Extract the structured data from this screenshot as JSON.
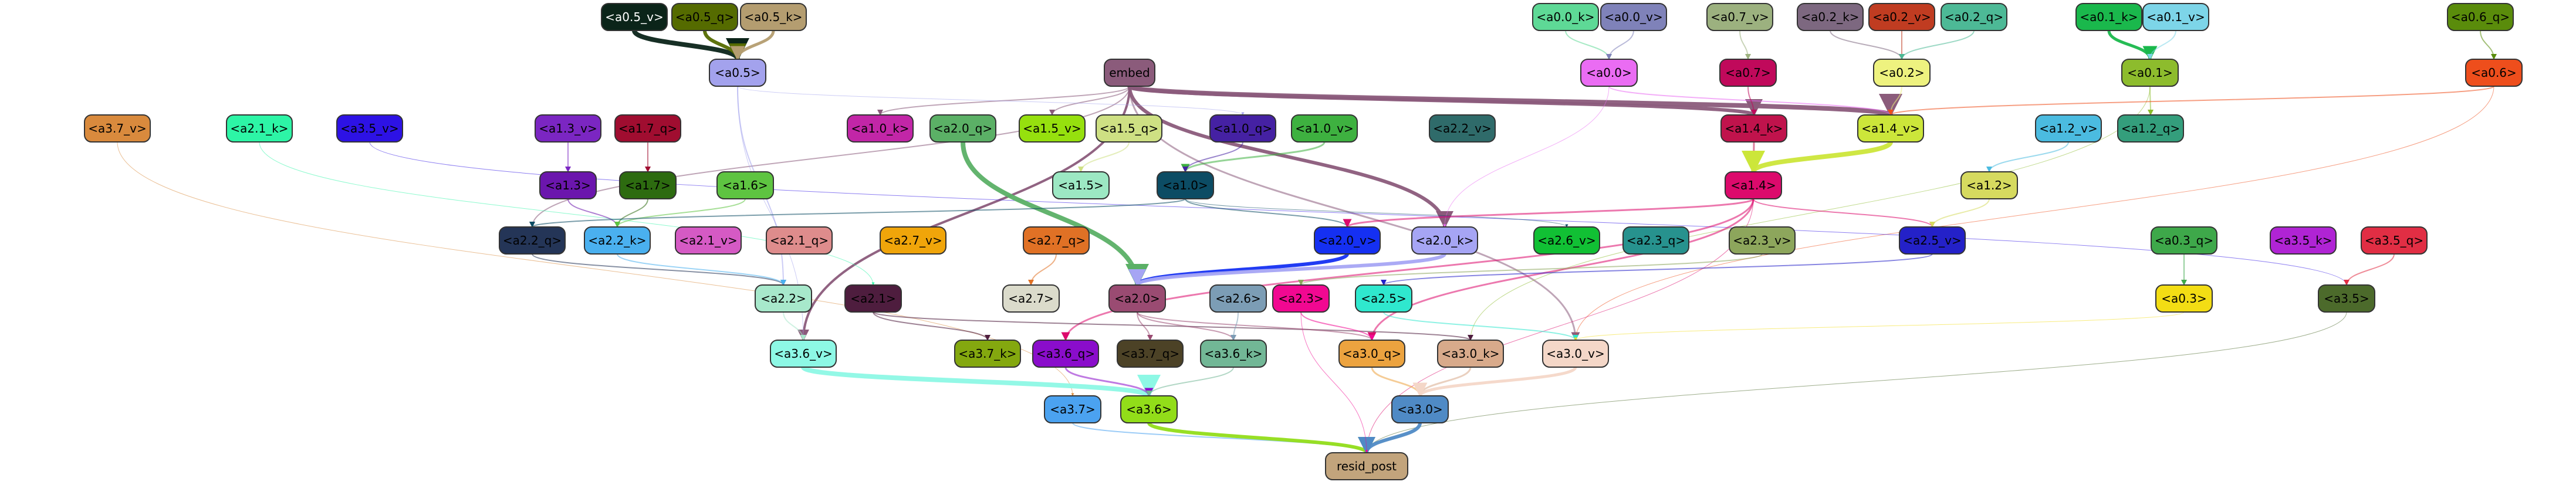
{
  "graph": {
    "nodes": [
      {
        "id": "n_a0_5_v",
        "label": "<a0.5_v>",
        "fill": "#0b2419",
        "text": "#ffffff"
      },
      {
        "id": "n_a0_5_q",
        "label": "<a0.5_q>",
        "fill": "#556b00",
        "text": "#000000"
      },
      {
        "id": "n_a0_5_k",
        "label": "<a0.5_k>",
        "fill": "#b49d70",
        "text": "#000000"
      },
      {
        "id": "n_a0_0_k",
        "label": "<a0.0_k>",
        "fill": "#5ed996",
        "text": "#000000"
      },
      {
        "id": "n_a0_0_v",
        "label": "<a0.0_v>",
        "fill": "#7f82b9",
        "text": "#000000"
      },
      {
        "id": "n_a0_7_v",
        "label": "<a0.7_v>",
        "fill": "#9cb17f",
        "text": "#000000"
      },
      {
        "id": "n_a0_2_k",
        "label": "<a0.2_k>",
        "fill": "#7d6880",
        "text": "#000000"
      },
      {
        "id": "n_a0_2_v",
        "label": "<a0.2_v>",
        "fill": "#c03c21",
        "text": "#000000"
      },
      {
        "id": "n_a0_2_q",
        "label": "<a0.2_q>",
        "fill": "#4db996",
        "text": "#000000"
      },
      {
        "id": "n_a0_1_k",
        "label": "<a0.1_k>",
        "fill": "#1ab84c",
        "text": "#000000"
      },
      {
        "id": "n_a0_1_v",
        "label": "<a0.1_v>",
        "fill": "#7dd5e8",
        "text": "#000000"
      },
      {
        "id": "n_a0_6_q",
        "label": "<a0.6_q>",
        "fill": "#5a8c0b",
        "text": "#000000"
      },
      {
        "id": "n_a0_5",
        "label": "<a0.5>",
        "fill": "#a3a2ed",
        "text": "#000000"
      },
      {
        "id": "n_embed",
        "label": "embed",
        "fill": "#8b5b7b",
        "text": "#000000"
      },
      {
        "id": "n_a0_0",
        "label": "<a0.0>",
        "fill": "#ea6cf3",
        "text": "#000000"
      },
      {
        "id": "n_a0_7",
        "label": "<a0.7>",
        "fill": "#c0095b",
        "text": "#000000"
      },
      {
        "id": "n_a0_2",
        "label": "<a0.2>",
        "fill": "#eef27f",
        "text": "#000000"
      },
      {
        "id": "n_a0_1",
        "label": "<a0.1>",
        "fill": "#8dbc2d",
        "text": "#000000"
      },
      {
        "id": "n_a0_6",
        "label": "<a0.6>",
        "fill": "#ee4e1c",
        "text": "#000000"
      },
      {
        "id": "n_a3_7_v",
        "label": "<a3.7_v>",
        "fill": "#d98a3d",
        "text": "#000000"
      },
      {
        "id": "n_a2_1_k",
        "label": "<a2.1_k>",
        "fill": "#2df5a6",
        "text": "#000000"
      },
      {
        "id": "n_a3_5_v",
        "label": "<a3.5_v>",
        "fill": "#2d12e5",
        "text": "#000000"
      },
      {
        "id": "n_a1_3_v",
        "label": "<a1.3_v>",
        "fill": "#7b26c2",
        "text": "#000000"
      },
      {
        "id": "n_a1_7_q",
        "label": "<a1.7_q>",
        "fill": "#a00d30",
        "text": "#000000"
      },
      {
        "id": "n_a1_0_k",
        "label": "<a1.0_k>",
        "fill": "#c226a7",
        "text": "#000000"
      },
      {
        "id": "n_a2_0_q",
        "label": "<a2.0_q>",
        "fill": "#5bb066",
        "text": "#000000"
      },
      {
        "id": "n_a1_5_v",
        "label": "<a1.5_v>",
        "fill": "#96e00e",
        "text": "#000000"
      },
      {
        "id": "n_a1_5_q",
        "label": "<a1.5_q>",
        "fill": "#cee083",
        "text": "#000000"
      },
      {
        "id": "n_a1_0_q",
        "label": "<a1.0_q>",
        "fill": "#4521a3",
        "text": "#000000"
      },
      {
        "id": "n_a1_0_v",
        "label": "<a1.0_v>",
        "fill": "#3eb140",
        "text": "#000000"
      },
      {
        "id": "n_a2_2_v",
        "label": "<a2.2_v>",
        "fill": "#2f6b6a",
        "text": "#000000"
      },
      {
        "id": "n_a1_4_k",
        "label": "<a1.4_k>",
        "fill": "#c0134c",
        "text": "#000000"
      },
      {
        "id": "n_a1_4_v",
        "label": "<a1.4_v>",
        "fill": "#cce63a",
        "text": "#000000"
      },
      {
        "id": "n_a1_2_v",
        "label": "<a1.2_v>",
        "fill": "#4bbbe0",
        "text": "#000000"
      },
      {
        "id": "n_a1_2_q",
        "label": "<a1.2_q>",
        "fill": "#349e7c",
        "text": "#000000"
      },
      {
        "id": "n_a1_3",
        "label": "<a1.3>",
        "fill": "#6b16ad",
        "text": "#000000"
      },
      {
        "id": "n_a1_7",
        "label": "<a1.7>",
        "fill": "#2d6b10",
        "text": "#000000"
      },
      {
        "id": "n_a1_6",
        "label": "<a1.6>",
        "fill": "#5ec441",
        "text": "#000000"
      },
      {
        "id": "n_a1_5",
        "label": "<a1.5>",
        "fill": "#9ce8c3",
        "text": "#000000"
      },
      {
        "id": "n_a1_0",
        "label": "<a1.0>",
        "fill": "#0c4c64",
        "text": "#000000"
      },
      {
        "id": "n_a1_4",
        "label": "<a1.4>",
        "fill": "#dc0a6c",
        "text": "#000000"
      },
      {
        "id": "n_a1_2",
        "label": "<a1.2>",
        "fill": "#d6da5f",
        "text": "#000000"
      },
      {
        "id": "n_a2_2_q",
        "label": "<a2.2_q>",
        "fill": "#243557",
        "text": "#000000"
      },
      {
        "id": "n_a2_2_k",
        "label": "<a2.2_k>",
        "fill": "#4ab0ef",
        "text": "#000000"
      },
      {
        "id": "n_a2_1_v",
        "label": "<a2.1_v>",
        "fill": "#d55ac4",
        "text": "#000000"
      },
      {
        "id": "n_a2_1_q",
        "label": "<a2.1_q>",
        "fill": "#de8c8c",
        "text": "#000000"
      },
      {
        "id": "n_a2_7_v",
        "label": "<a2.7_v>",
        "fill": "#f0a50a",
        "text": "#000000"
      },
      {
        "id": "n_a2_7_q",
        "label": "<a2.7_q>",
        "fill": "#e07125",
        "text": "#000000"
      },
      {
        "id": "n_a2_0_v",
        "label": "<a2.0_v>",
        "fill": "#1530f2",
        "text": "#000000"
      },
      {
        "id": "n_a2_0_k",
        "label": "<a2.0_k>",
        "fill": "#a6a5f4",
        "text": "#000000"
      },
      {
        "id": "n_a2_6_v",
        "label": "<a2.6_v>",
        "fill": "#11c034",
        "text": "#000000"
      },
      {
        "id": "n_a2_3_q",
        "label": "<a2.3_q>",
        "fill": "#27928e",
        "text": "#000000"
      },
      {
        "id": "n_a2_3_v",
        "label": "<a2.3_v>",
        "fill": "#8da65c",
        "text": "#000000"
      },
      {
        "id": "n_a2_5_v",
        "label": "<a2.5_v>",
        "fill": "#2421c8",
        "text": "#000000"
      },
      {
        "id": "n_a0_3_q",
        "label": "<a0.3_q>",
        "fill": "#3ea84a",
        "text": "#000000"
      },
      {
        "id": "n_a3_5_k",
        "label": "<a3.5_k>",
        "fill": "#b024d4",
        "text": "#000000"
      },
      {
        "id": "n_a3_5_q",
        "label": "<a3.5_q>",
        "fill": "#e12e44",
        "text": "#000000"
      },
      {
        "id": "n_a2_2",
        "label": "<a2.2>",
        "fill": "#a7e8cb",
        "text": "#000000"
      },
      {
        "id": "n_a2_1",
        "label": "<a2.1>",
        "fill": "#4e1d3e",
        "text": "#000000"
      },
      {
        "id": "n_a2_7",
        "label": "<a2.7>",
        "fill": "#dbdbcb",
        "text": "#000000"
      },
      {
        "id": "n_a2_0",
        "label": "<a2.0>",
        "fill": "#9a4b72",
        "text": "#000000"
      },
      {
        "id": "n_a2_6",
        "label": "<a2.6>",
        "fill": "#7c9db5",
        "text": "#000000"
      },
      {
        "id": "n_a2_3",
        "label": "<a2.3>",
        "fill": "#f10891",
        "text": "#000000"
      },
      {
        "id": "n_a2_5",
        "label": "<a2.5>",
        "fill": "#2fe8ce",
        "text": "#000000"
      },
      {
        "id": "n_a0_3",
        "label": "<a0.3>",
        "fill": "#f3dd14",
        "text": "#000000"
      },
      {
        "id": "n_a3_5",
        "label": "<a3.5>",
        "fill": "#4c6a2b",
        "text": "#000000"
      },
      {
        "id": "n_a3_6_v",
        "label": "<a3.6_v>",
        "fill": "#8df8e5",
        "text": "#000000"
      },
      {
        "id": "n_a3_7_k",
        "label": "<a3.7_k>",
        "fill": "#84a80f",
        "text": "#000000"
      },
      {
        "id": "n_a3_6_q",
        "label": "<a3.6_q>",
        "fill": "#8a0dcb",
        "text": "#000000"
      },
      {
        "id": "n_a3_7_q",
        "label": "<a3.7_q>",
        "fill": "#4c4226",
        "text": "#000000"
      },
      {
        "id": "n_a3_6_k",
        "label": "<a3.6_k>",
        "fill": "#72b796",
        "text": "#000000"
      },
      {
        "id": "n_a3_0_q",
        "label": "<a3.0_q>",
        "fill": "#eca33f",
        "text": "#000000"
      },
      {
        "id": "n_a3_0_k",
        "label": "<a3.0_k>",
        "fill": "#d8aa8b",
        "text": "#000000"
      },
      {
        "id": "n_a3_0_v",
        "label": "<a3.0_v>",
        "fill": "#f4d7c8",
        "text": "#000000"
      },
      {
        "id": "n_a3_7",
        "label": "<a3.7>",
        "fill": "#4ba2f0",
        "text": "#000000"
      },
      {
        "id": "n_a3_6",
        "label": "<a3.6>",
        "fill": "#92dd19",
        "text": "#000000"
      },
      {
        "id": "n_a3_0",
        "label": "<a3.0>",
        "fill": "#4f8ac5",
        "text": "#000000"
      },
      {
        "id": "n_resid_post",
        "label": "resid_post",
        "fill": "#c2a47c",
        "text": "#000000"
      }
    ],
    "edges": [
      {
        "from": "n_a0_5_v",
        "to": "n_a0_5",
        "color": "#0b2419",
        "weight": 8
      },
      {
        "from": "n_a0_5_q",
        "to": "n_a0_5",
        "color": "#556b00",
        "weight": 6
      },
      {
        "from": "n_a0_5_k",
        "to": "n_a0_5",
        "color": "#b49d70",
        "weight": 5
      },
      {
        "from": "n_a0_0_k",
        "to": "n_a0_0",
        "color": "#5ed996",
        "weight": 2
      },
      {
        "from": "n_a0_0_v",
        "to": "n_a0_0",
        "color": "#7f82b9",
        "weight": 2
      },
      {
        "from": "n_a0_7_v",
        "to": "n_a0_7",
        "color": "#9cb17f",
        "weight": 2
      },
      {
        "from": "n_a0_2_k",
        "to": "n_a0_2",
        "color": "#7d6880",
        "weight": 2
      },
      {
        "from": "n_a0_2_v",
        "to": "n_a0_2",
        "color": "#c03c21",
        "weight": 2
      },
      {
        "from": "n_a0_2_q",
        "to": "n_a0_2",
        "color": "#4db996",
        "weight": 2
      },
      {
        "from": "n_a0_1_k",
        "to": "n_a0_1",
        "color": "#1ab84c",
        "weight": 5
      },
      {
        "from": "n_a0_1_v",
        "to": "n_a0_1",
        "color": "#7dd5e8",
        "weight": 2
      },
      {
        "from": "n_a0_6_q",
        "to": "n_a0_6",
        "color": "#5a8c0b",
        "weight": 2
      },
      {
        "from": "n_embed",
        "to": "n_a1_4_v",
        "color": "#8b5b7b",
        "weight": 8
      },
      {
        "from": "n_embed",
        "to": "n_a1_4_k",
        "color": "#8b5b7b",
        "weight": 6
      },
      {
        "from": "n_embed",
        "to": "n_a2_0_k",
        "color": "#8b5b7b",
        "weight": 6
      },
      {
        "from": "n_embed",
        "to": "n_a3_6_v",
        "color": "#8b5b7b",
        "weight": 4
      },
      {
        "from": "n_embed",
        "to": "n_a3_0_v",
        "color": "#8b5b7b",
        "weight": 3
      },
      {
        "from": "n_embed",
        "to": "n_a2_2_q",
        "color": "#8b5b7b",
        "weight": 2
      },
      {
        "from": "n_embed",
        "to": "n_a1_0_k",
        "color": "#8b5b7b",
        "weight": 2
      },
      {
        "from": "n_embed",
        "to": "n_a1_5_v",
        "color": "#8b5b7b",
        "weight": 2
      },
      {
        "from": "n_a0_5",
        "to": "n_a2_2",
        "color": "#a3a2ed",
        "weight": 2
      },
      {
        "from": "n_a0_5",
        "to": "n_a1_0_q",
        "color": "#a3a2ed",
        "weight": 1
      },
      {
        "from": "n_a0_5",
        "to": "n_a3_6_v",
        "color": "#a3a2ed",
        "weight": 1
      },
      {
        "from": "n_a0_0",
        "to": "n_a1_4_v",
        "color": "#ea6cf3",
        "weight": 2
      },
      {
        "from": "n_a0_0",
        "to": "n_a2_0_k",
        "color": "#ea6cf3",
        "weight": 1
      },
      {
        "from": "n_a0_7",
        "to": "n_a1_4_k",
        "color": "#c0095b",
        "weight": 2
      },
      {
        "from": "n_a0_2",
        "to": "n_a1_4_v",
        "color": "#eef27f",
        "weight": 2
      },
      {
        "from": "n_a0_1",
        "to": "n_a1_2_q",
        "color": "#8dbc2d",
        "weight": 2
      },
      {
        "from": "n_a0_1",
        "to": "n_a3_0_k",
        "color": "#8dbc2d",
        "weight": 1
      },
      {
        "from": "n_a0_6",
        "to": "n_a1_4_v",
        "color": "#ee4e1c",
        "weight": 2
      },
      {
        "from": "n_a0_6",
        "to": "n_a3_0_v",
        "color": "#ee4e1c",
        "weight": 1
      },
      {
        "from": "n_a3_7_v",
        "to": "n_a3_7",
        "color": "#d98a3d",
        "weight": 1
      },
      {
        "from": "n_a2_1_k",
        "to": "n_a2_1",
        "color": "#2df5a6",
        "weight": 1
      },
      {
        "from": "n_a3_5_v",
        "to": "n_a3_5",
        "color": "#2d12e5",
        "weight": 1
      },
      {
        "from": "n_a1_3_v",
        "to": "n_a1_3",
        "color": "#7b26c2",
        "weight": 2
      },
      {
        "from": "n_a1_7_q",
        "to": "n_a1_7",
        "color": "#a00d30",
        "weight": 2
      },
      {
        "from": "n_a2_0_q",
        "to": "n_a2_0",
        "color": "#5bb066",
        "weight": 8
      },
      {
        "from": "n_a1_5_q",
        "to": "n_a1_5",
        "color": "#cee083",
        "weight": 2
      },
      {
        "from": "n_a1_0_v",
        "to": "n_a1_0",
        "color": "#3eb140",
        "weight": 3
      },
      {
        "from": "n_a1_0_q",
        "to": "n_a1_0",
        "color": "#4521a3",
        "weight": 2
      },
      {
        "from": "n_a1_4_k",
        "to": "n_a1_4",
        "color": "#c0134c",
        "weight": 3
      },
      {
        "from": "n_a1_4_v",
        "to": "n_a1_4",
        "color": "#cce63a",
        "weight": 8
      },
      {
        "from": "n_a1_2_v",
        "to": "n_a1_2",
        "color": "#4bbbe0",
        "weight": 2
      },
      {
        "from": "n_a1_3",
        "to": "n_a2_2_k",
        "color": "#6b16ad",
        "weight": 2
      },
      {
        "from": "n_a1_7",
        "to": "n_a2_2_k",
        "color": "#2d6b10",
        "weight": 2
      },
      {
        "from": "n_a1_6",
        "to": "n_a2_2_k",
        "color": "#5ec441",
        "weight": 2
      },
      {
        "from": "n_a1_0",
        "to": "n_a2_0_v",
        "color": "#0c4c64",
        "weight": 2
      },
      {
        "from": "n_a1_0",
        "to": "n_a2_2_q",
        "color": "#0c4c64",
        "weight": 2
      },
      {
        "from": "n_a1_0",
        "to": "n_a2_6_v",
        "color": "#0c4c64",
        "weight": 1
      },
      {
        "from": "n_a1_4",
        "to": "n_a2_0_v",
        "color": "#dc0a6c",
        "weight": 3
      },
      {
        "from": "n_a1_4",
        "to": "n_a3_0_q",
        "color": "#dc0a6c",
        "weight": 3
      },
      {
        "from": "n_a1_4",
        "to": "n_a3_6_q",
        "color": "#dc0a6c",
        "weight": 3
      },
      {
        "from": "n_a1_4",
        "to": "n_a2_5_v",
        "color": "#dc0a6c",
        "weight": 2
      },
      {
        "from": "n_a1_4",
        "to": "n_resid_post",
        "color": "#dc0a6c",
        "weight": 1
      },
      {
        "from": "n_a1_2",
        "to": "n_a2_5_v",
        "color": "#d6da5f",
        "weight": 2
      },
      {
        "from": "n_a2_2_q",
        "to": "n_a2_2",
        "color": "#243557",
        "weight": 2
      },
      {
        "from": "n_a2_2_k",
        "to": "n_a2_2",
        "color": "#4ab0ef",
        "weight": 2
      },
      {
        "from": "n_a2_7_q",
        "to": "n_a2_7",
        "color": "#e07125",
        "weight": 2
      },
      {
        "from": "n_a2_0_v",
        "to": "n_a2_0",
        "color": "#1530f2",
        "weight": 6
      },
      {
        "from": "n_a2_0_k",
        "to": "n_a2_0",
        "color": "#a6a5f4",
        "weight": 6
      },
      {
        "from": "n_a2_3_v",
        "to": "n_a2_3",
        "color": "#8da65c",
        "weight": 2
      },
      {
        "from": "n_a2_5_v",
        "to": "n_a2_5",
        "color": "#2421c8",
        "weight": 2
      },
      {
        "from": "n_a0_3_q",
        "to": "n_a0_3",
        "color": "#3ea84a",
        "weight": 2
      },
      {
        "from": "n_a3_5_q",
        "to": "n_a3_5",
        "color": "#e12e44",
        "weight": 2
      },
      {
        "from": "n_a2_2",
        "to": "n_a3_6_v",
        "color": "#a7e8cb",
        "weight": 2
      },
      {
        "from": "n_a2_1",
        "to": "n_a3_7_k",
        "color": "#4e1d3e",
        "weight": 2
      },
      {
        "from": "n_a2_1",
        "to": "n_a3_0_k",
        "color": "#4e1d3e",
        "weight": 2
      },
      {
        "from": "n_a2_0",
        "to": "n_a3_6_k",
        "color": "#9a4b72",
        "weight": 2
      },
      {
        "from": "n_a2_0",
        "to": "n_a3_0_q",
        "color": "#9a4b72",
        "weight": 2
      },
      {
        "from": "n_a2_0",
        "to": "n_a3_7_q",
        "color": "#9a4b72",
        "weight": 2
      },
      {
        "from": "n_a2_3",
        "to": "n_a3_0_q",
        "color": "#f10891",
        "weight": 2
      },
      {
        "from": "n_a2_5",
        "to": "n_a3_0_v",
        "color": "#2fe8ce",
        "weight": 2
      },
      {
        "from": "n_a2_6",
        "to": "n_a3_6_k",
        "color": "#7c9db5",
        "weight": 2
      },
      {
        "from": "n_a0_3",
        "to": "n_a3_0_v",
        "color": "#f3dd14",
        "weight": 1
      },
      {
        "from": "n_a3_5",
        "to": "n_resid_post",
        "color": "#4c6a2b",
        "weight": 1
      },
      {
        "from": "n_a3_6_v",
        "to": "n_a3_6",
        "color": "#8df8e5",
        "weight": 8
      },
      {
        "from": "n_a3_6_q",
        "to": "n_a3_6",
        "color": "#8a0dcb",
        "weight": 3
      },
      {
        "from": "n_a3_6_k",
        "to": "n_a3_6",
        "color": "#72b796",
        "weight": 2
      },
      {
        "from": "n_a3_0_q",
        "to": "n_a3_0",
        "color": "#eca33f",
        "weight": 3
      },
      {
        "from": "n_a3_0_k",
        "to": "n_a3_0",
        "color": "#d8aa8b",
        "weight": 3
      },
      {
        "from": "n_a3_0_v",
        "to": "n_a3_0",
        "color": "#f4d7c8",
        "weight": 5
      },
      {
        "from": "n_a3_7",
        "to": "n_resid_post",
        "color": "#4ba2f0",
        "weight": 2
      },
      {
        "from": "n_a3_6",
        "to": "n_resid_post",
        "color": "#92dd19",
        "weight": 6
      },
      {
        "from": "n_a3_0",
        "to": "n_resid_post",
        "color": "#4f8ac5",
        "weight": 6
      },
      {
        "from": "n_a2_3",
        "to": "n_resid_post",
        "color": "#f10891",
        "weight": 1
      }
    ]
  }
}
